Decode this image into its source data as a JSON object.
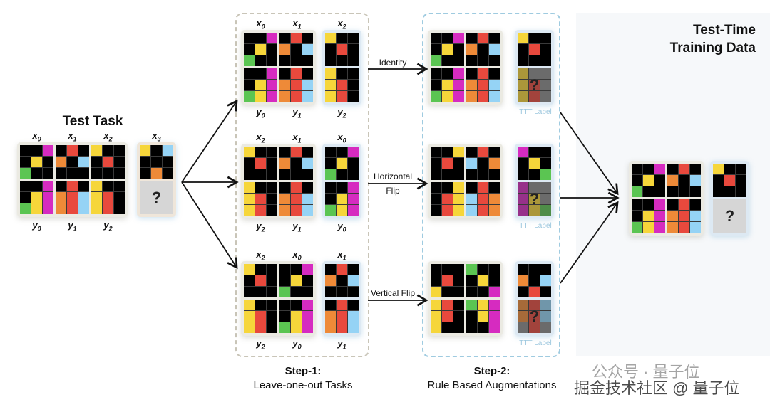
{
  "titles": {
    "test_task": "Test Task",
    "ttt_data_line1": "Test-Time",
    "ttt_data_line2": "Training Data"
  },
  "steps": [
    {
      "title": "Step-1:",
      "subtitle": "Leave-one-out Tasks"
    },
    {
      "title": "Step-2:",
      "subtitle": "Rule Based Augmentations"
    }
  ],
  "augmentations": [
    {
      "label": "Identity",
      "transform": "identity"
    },
    {
      "label": "Horizontal Flip",
      "transform": "hflip"
    },
    {
      "label": "Vertical Flip",
      "transform": "vflip"
    }
  ],
  "ttt_label": "TTT Label",
  "unknown_mark": "?",
  "colors": {
    "k": "#000000",
    "m": "#d62bc0",
    "y": "#f6d63a",
    "g": "#5bc552",
    "r": "#e8493d",
    "o": "#ee8a38",
    "b": "#95d3f5",
    "edge": "#3a3a3a"
  },
  "grids": {
    "x0": [
      "kkm",
      "kyk",
      "gkk"
    ],
    "y0": [
      "kkm",
      "kym",
      "gym"
    ],
    "x1": [
      "krk",
      "okb",
      "kkk"
    ],
    "y1": [
      "krk",
      "orb",
      "orb"
    ],
    "x2": [
      "ykk",
      "krk",
      "kkk"
    ],
    "y2": [
      "ykk",
      "yrk",
      "yrk"
    ],
    "x3": [
      "ykb",
      "kkk",
      "kok"
    ]
  },
  "test_task": {
    "examples": [
      [
        "x0",
        "y0"
      ],
      [
        "x1",
        "y1"
      ],
      [
        "x2",
        "y2"
      ]
    ],
    "query": "x3",
    "labels_top": [
      "x0",
      "x1",
      "x2",
      "x3"
    ],
    "labels_bottom": [
      "y0",
      "y1",
      "y2"
    ]
  },
  "leave_one_out": [
    {
      "examples": [
        0,
        1
      ],
      "held_out": 2,
      "labels_top": [
        "x0",
        "x1",
        "x2"
      ],
      "labels_bottom": [
        "y0",
        "y1",
        "y2"
      ]
    },
    {
      "examples": [
        2,
        1
      ],
      "held_out": 0,
      "labels_top": [
        "x2",
        "x1",
        "x0"
      ],
      "labels_bottom": [
        "y2",
        "y1",
        "y0"
      ]
    },
    {
      "examples": [
        2,
        0
      ],
      "held_out": 1,
      "labels_top": [
        "x2",
        "x0",
        "x1"
      ],
      "labels_bottom": [
        "y2",
        "y0",
        "y1"
      ]
    }
  ],
  "watermark": {
    "line1": "公众号 · 量子位",
    "line2": "掘金技术社区 @ 量子位"
  }
}
